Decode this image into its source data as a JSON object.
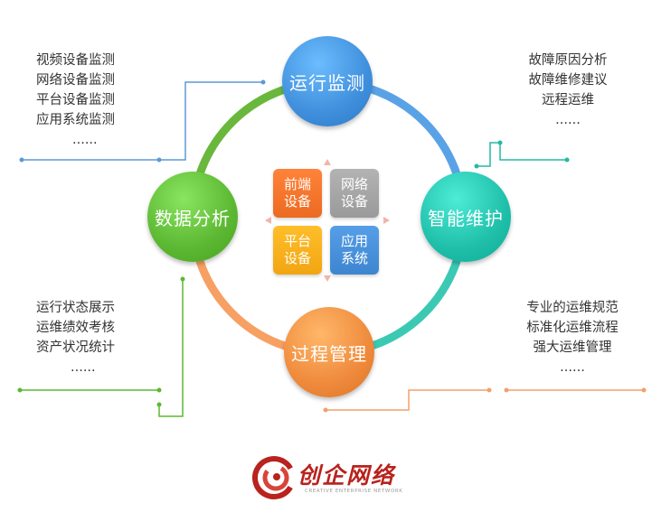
{
  "nodes": {
    "top": {
      "label": "运行监测",
      "color": "#3f8fdc"
    },
    "right": {
      "label": "智能维护",
      "color": "#1fbfaa"
    },
    "bottom": {
      "label": "过程管理",
      "color": "#ef8a3c"
    },
    "left": {
      "label": "数据分析",
      "color": "#5cb832"
    }
  },
  "tiles": [
    {
      "line1": "前端",
      "line2": "设备",
      "color": "#ec6a21"
    },
    {
      "line1": "网络",
      "line2": "设备",
      "color": "#9a9a9a"
    },
    {
      "line1": "平台",
      "line2": "设备",
      "color": "#f2a512"
    },
    {
      "line1": "应用",
      "line2": "系统",
      "color": "#3d86cf"
    }
  ],
  "lists": {
    "top_left": [
      "视频设备监测",
      "网络设备监测",
      "平台设备监测",
      "应用系统监测",
      "......"
    ],
    "top_right": [
      "故障原因分析",
      "故障维修建议",
      "远程运维",
      "......"
    ],
    "bottom_left": [
      "运行状态展示",
      "运维绩效考核",
      "资产状况统计",
      "......"
    ],
    "bottom_right": [
      "专业的运维规范",
      "标准化运维流程",
      "强大运维管理",
      "......"
    ]
  },
  "logo": {
    "name": "创企网络",
    "tagline": "CREATIVE ENTERPRISE NETWORK",
    "color": "#b9221d"
  },
  "arc_colors": {
    "top_right": "#5aa2e6",
    "bottom_right": "#3cc9b4",
    "bottom_left": "#f7a064",
    "top_left": "#69b83c"
  }
}
